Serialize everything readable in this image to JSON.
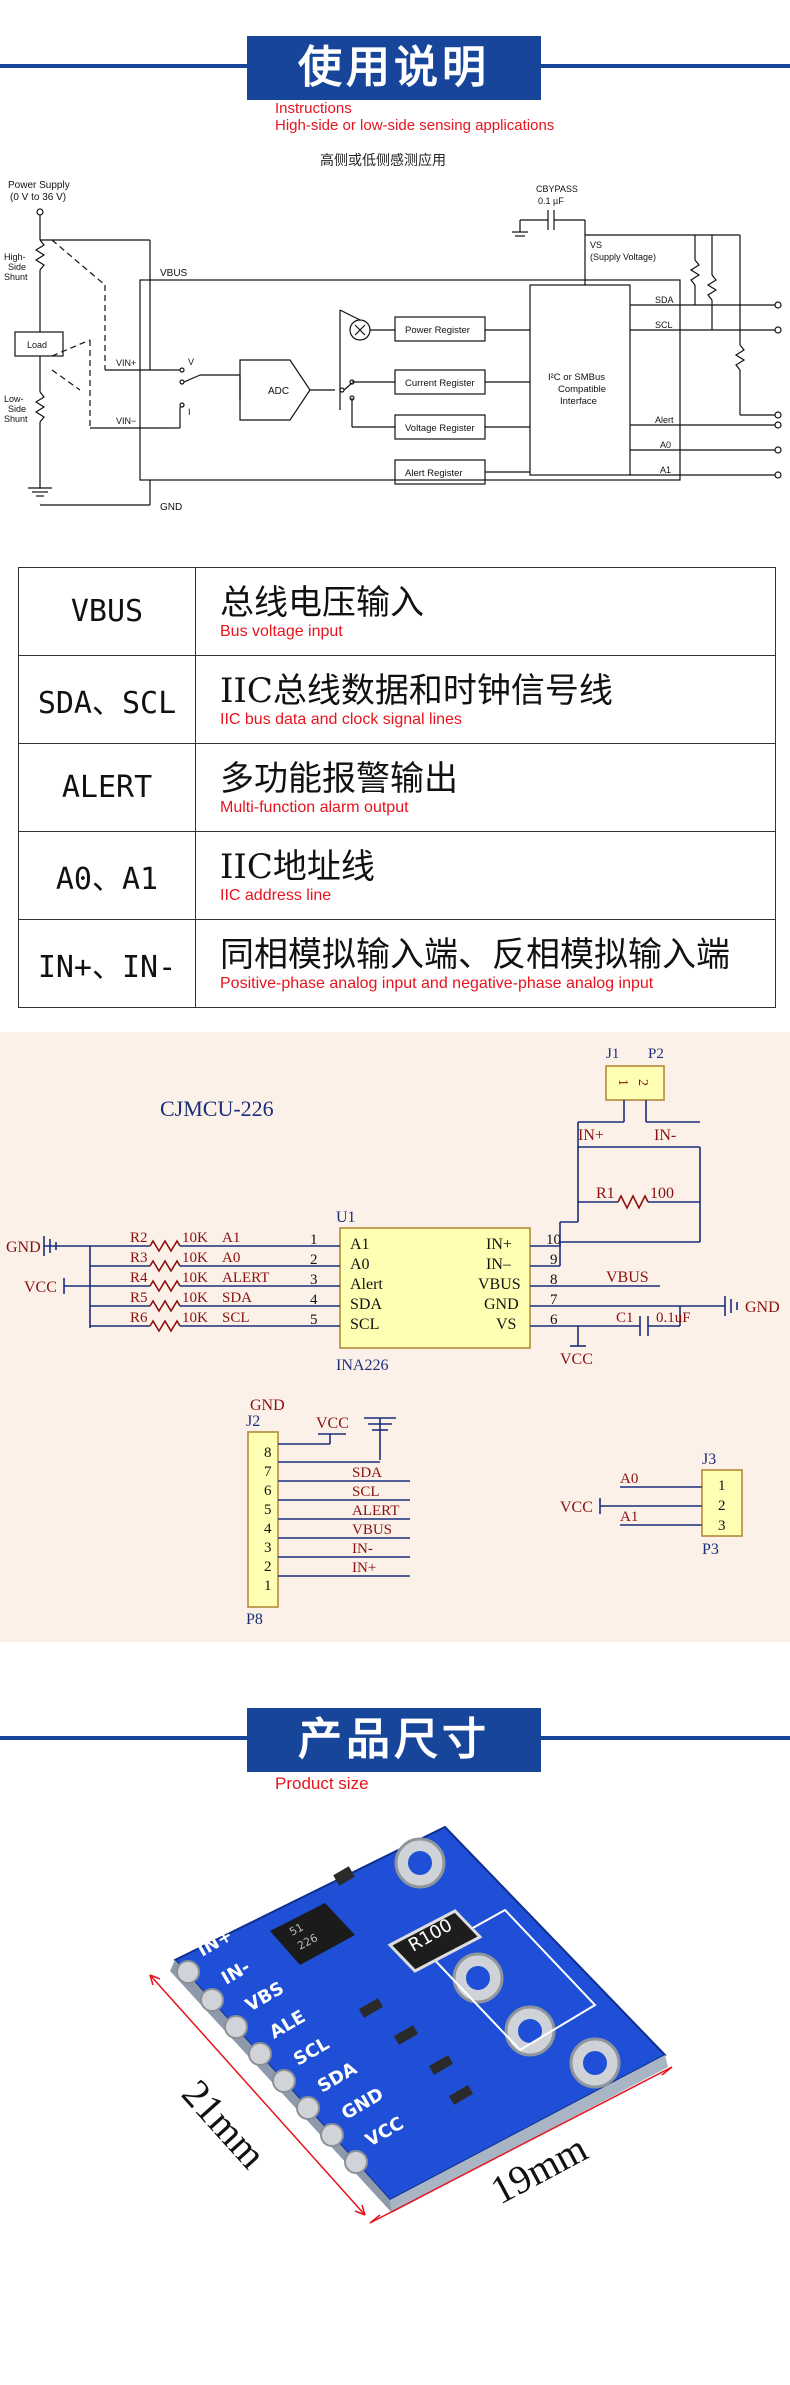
{
  "section1": {
    "title": "使用说明",
    "subtitle_en_1": "Instructions",
    "subtitle_en_2": "High-side or low-side sensing applications",
    "diagram_caption": "高侧或低侧感测应用",
    "diagram": {
      "power_supply": "Power Supply",
      "power_range": "(0 V to 36 V)",
      "high_side_shunt": [
        "High-",
        "Side",
        "Shunt"
      ],
      "load": "Load",
      "low_side_shunt": [
        "Low-",
        "Side",
        "Shunt"
      ],
      "vin_plus": "VIN+",
      "vin_minus": "VIN−",
      "vbus": "VBUS",
      "gnd": "GND",
      "v": "V",
      "i": "I",
      "adc": "ADC",
      "power_register": "Power Register",
      "current_register": "Current Register",
      "voltage_register": "Voltage Register",
      "alert_register": "Alert Register",
      "interface": [
        "I²C or SMBus",
        "Compatible",
        "Interface"
      ],
      "cbypass": "CBYPASS",
      "cbypass_val": "0.1 µF",
      "vs": "VS",
      "supply_voltage": "(Supply Voltage)",
      "sda": "SDA",
      "scl": "SCL",
      "alert": "Alert",
      "a0": "A0",
      "a1": "A1"
    }
  },
  "pins": [
    {
      "name": "VBUS",
      "cn": "总线电压输入",
      "en": "Bus voltage input"
    },
    {
      "name": "SDA、SCL",
      "cn": "IIC总线数据和时钟信号线",
      "en": "IIC bus data and clock signal lines"
    },
    {
      "name": "ALERT",
      "cn": "多功能报警输出",
      "en": "Multi-function alarm output"
    },
    {
      "name": "A0、A1",
      "cn": "IIC地址线",
      "en": "IIC address line"
    },
    {
      "name": "IN+、IN-",
      "cn": "同相模拟输入端、反相模拟输入端",
      "en": "Positive-phase analog input and negative-phase analog input"
    }
  ],
  "schematic": {
    "board": "CJMCU-226",
    "u1": "U1",
    "chip": "INA226",
    "left_pins": [
      "A1",
      "A0",
      "Alert",
      "SDA",
      "SCL"
    ],
    "left_nums": [
      "1",
      "2",
      "3",
      "4",
      "5"
    ],
    "right_pins": [
      "IN+",
      "IN–",
      "VBUS",
      "GND",
      "VS"
    ],
    "right_nums": [
      "10",
      "9",
      "8",
      "7",
      "6"
    ],
    "resistors": [
      "R2",
      "R3",
      "R4",
      "R5",
      "R6"
    ],
    "res_vals": [
      "10K",
      "10K",
      "10K",
      "10K",
      "10K"
    ],
    "nets": [
      "A1",
      "A0",
      "ALERT",
      "SDA",
      "SCL"
    ],
    "gnd": "GND",
    "vcc": "VCC",
    "vbus": "VBUS",
    "j1": "J1",
    "p2": "P2",
    "j1_pins": [
      "1",
      "2"
    ],
    "in_plus": "IN+",
    "in_minus": "IN-",
    "r1": "R1",
    "r1_val": "100",
    "c1": "C1",
    "c1_val": "0.1uF",
    "j2": "J2",
    "p8": "P8",
    "j2_nums": [
      "8",
      "7",
      "6",
      "5",
      "4",
      "3",
      "2",
      "1"
    ],
    "j2_nets": [
      "SDA",
      "SCL",
      "ALERT",
      "VBUS",
      "IN-",
      "IN+"
    ],
    "j3": "J3",
    "p3": "P3",
    "j3_nums": [
      "1",
      "2",
      "3"
    ],
    "j3_nets": [
      "A0",
      "A1"
    ]
  },
  "section2": {
    "title": "产品尺寸",
    "subtitle_en": "Product size",
    "board_labels": [
      "IN+",
      "IN-",
      "VBS",
      "ALE",
      "SCL",
      "SDA",
      "GND",
      "VCC"
    ],
    "chip_marking": [
      "51",
      "226"
    ],
    "shunt_marking": "R100",
    "dim_height": "21mm",
    "dim_width": "19mm"
  },
  "colors": {
    "brand_blue": "#17459a",
    "annotation_red": "#e6141e",
    "schematic_bg": "#fbf1e8",
    "wire": "#1b2e7a",
    "net_label": "#8a1010",
    "chip_fill": "#ffffb4",
    "pcb_blue": "#1f4fd6"
  }
}
